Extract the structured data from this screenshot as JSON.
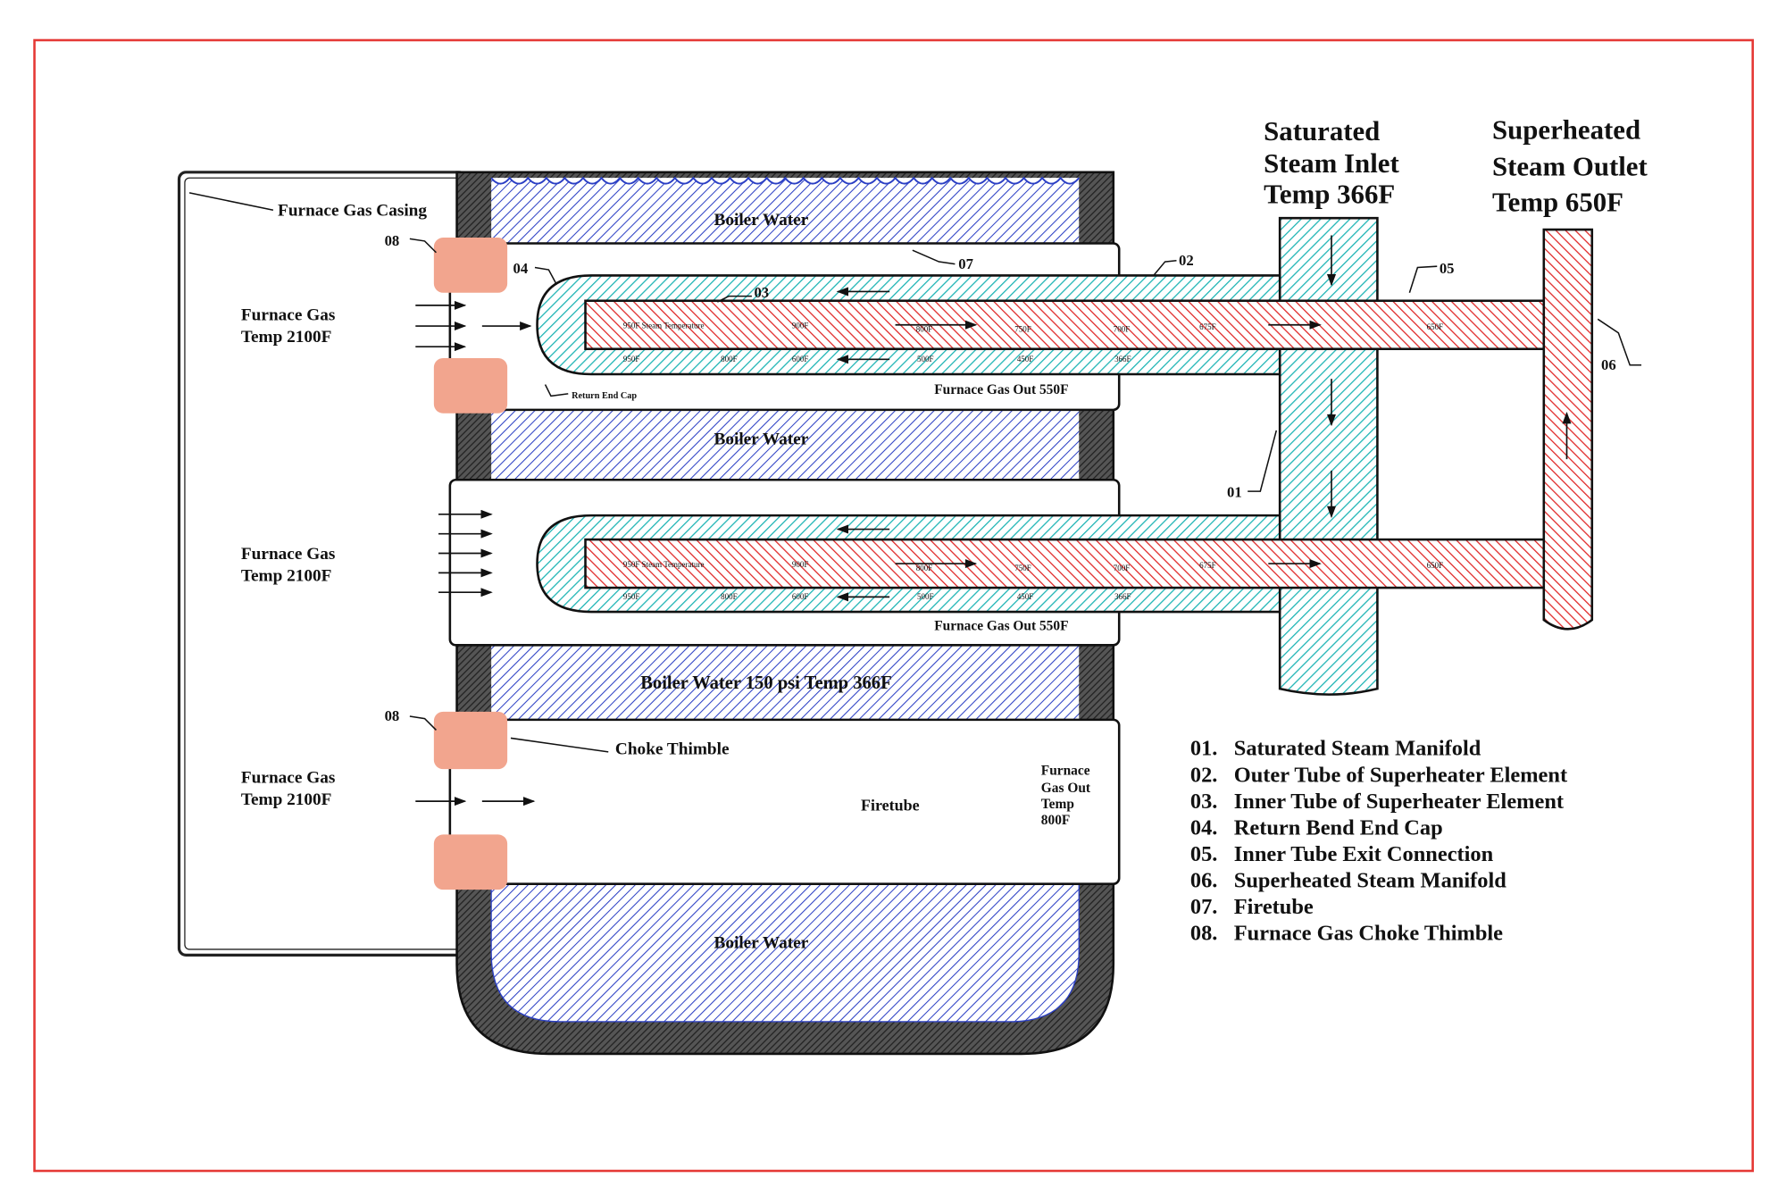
{
  "colors": {
    "border": "#e53935",
    "boiler_water": "#2b3fc4",
    "saturated_steam": "#1fb5b5",
    "superheated_steam": "#e02a2a",
    "choke_thimble": "#f2a58e",
    "wall": "#333333"
  },
  "titles": {
    "inlet": [
      "Saturated",
      "Steam Inlet",
      "Temp 366F"
    ],
    "outlet": [
      "Superheated",
      "Steam Outlet",
      "Temp 650F"
    ]
  },
  "labels": {
    "casing": "Furnace Gas Casing",
    "boiler_water": "Boiler Water",
    "boiler_water_main": "Boiler Water 150 psi Temp 366F",
    "furnace_gas": [
      "Furnace Gas",
      "Temp 2100F"
    ],
    "gas_out_550": "Furnace Gas Out 550F",
    "return_end_cap": "Return End Cap",
    "choke_thimble": "Choke Thimble",
    "firetube": "Firetube",
    "gas_out_800": [
      "Furnace",
      "Gas Out",
      "Temp",
      "800F"
    ]
  },
  "callouts": [
    "01",
    "02",
    "03",
    "04",
    "05",
    "06",
    "07",
    "08"
  ],
  "inner_temps": [
    "950F  Steam Temperature",
    "900F",
    "800F",
    "750F",
    "700F",
    "675F",
    "650F"
  ],
  "outer_temps": [
    "950F",
    "800F",
    "600F",
    "500F",
    "450F",
    "366F"
  ],
  "legend": [
    {
      "num": "01.",
      "text": "Saturated Steam Manifold"
    },
    {
      "num": "02.",
      "text": "Outer Tube of Superheater Element"
    },
    {
      "num": "03.",
      "text": "Inner Tube of Superheater Element"
    },
    {
      "num": "04.",
      "text": "Return Bend End Cap"
    },
    {
      "num": "05.",
      "text": "Inner Tube Exit Connection"
    },
    {
      "num": "06.",
      "text": "Superheated Steam Manifold"
    },
    {
      "num": "07.",
      "text": "Firetube"
    },
    {
      "num": "08.",
      "text": "Furnace Gas Choke Thimble"
    }
  ]
}
